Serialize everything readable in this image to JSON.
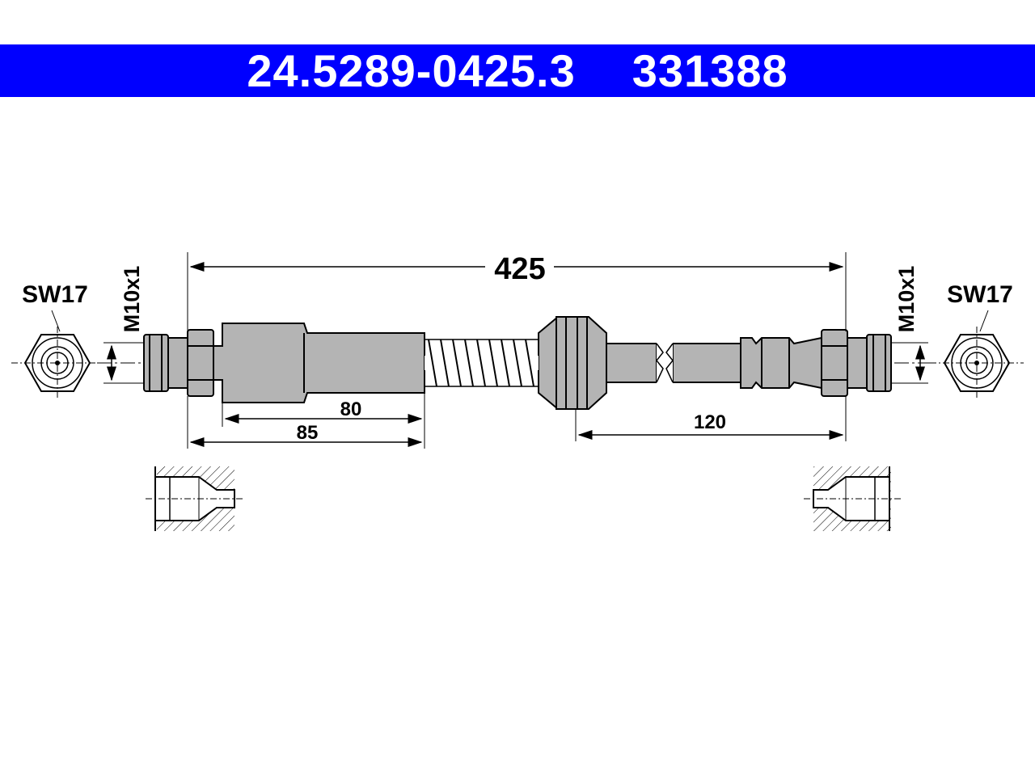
{
  "header": {
    "part_number": "24.5289-0425.3",
    "code": "331388",
    "background": "#0000ff"
  },
  "dimensions": {
    "total_length": "425",
    "left_sleeve": "80",
    "left_fitting": "85",
    "right_section": "120"
  },
  "fittings": {
    "left_wrench": "SW17",
    "right_wrench": "SW17",
    "left_thread": "M10x1",
    "right_thread": "M10x1"
  }
}
